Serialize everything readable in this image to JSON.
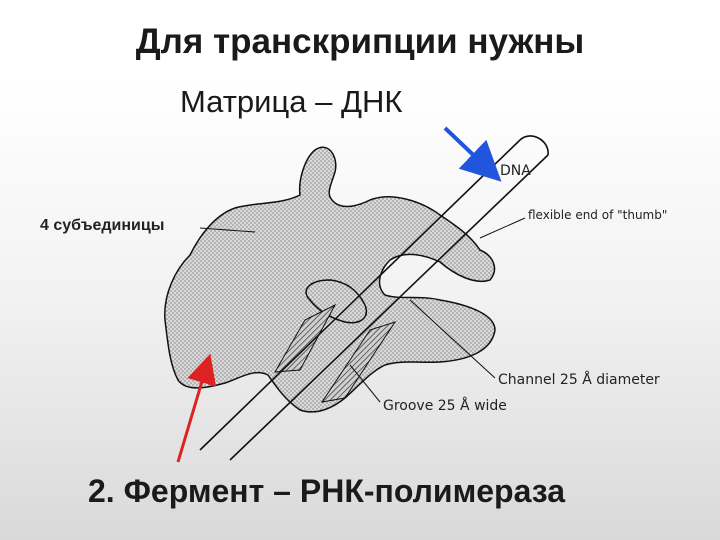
{
  "title": "Для транскрипции нужны",
  "subtitle": "Матрица – ДНК",
  "labels": {
    "dna": "DNA",
    "thumb": "flexible end of \"thumb\"",
    "subunits": "4 субъединицы",
    "channel": "Channel 25 Å diameter",
    "groove": "Groove 25 Å wide"
  },
  "bottom_text": "2. Фермент – РНК-полимераза",
  "colors": {
    "arrow_blue": "#2255dd",
    "arrow_red": "#dd2222",
    "enzyme_fill": "#d8d8d8"
  }
}
